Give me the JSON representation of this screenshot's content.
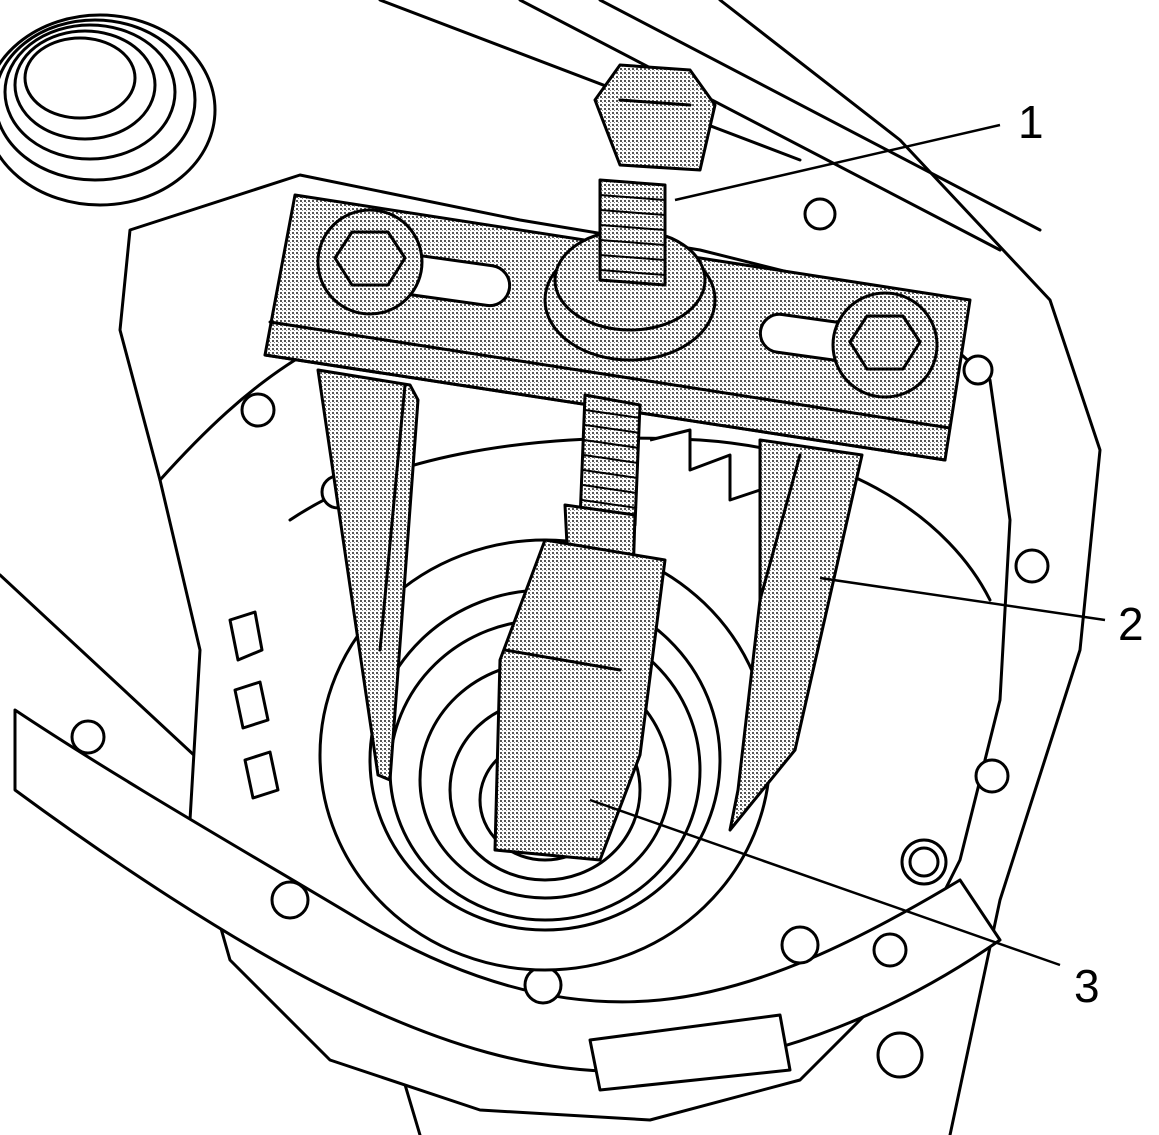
{
  "callouts": [
    {
      "id": "1",
      "label": "1"
    },
    {
      "id": "2",
      "label": "2"
    },
    {
      "id": "3",
      "label": "3"
    }
  ],
  "colors": {
    "line": "#000000",
    "background": "#ffffff",
    "stipple": "#8a8a8a"
  }
}
